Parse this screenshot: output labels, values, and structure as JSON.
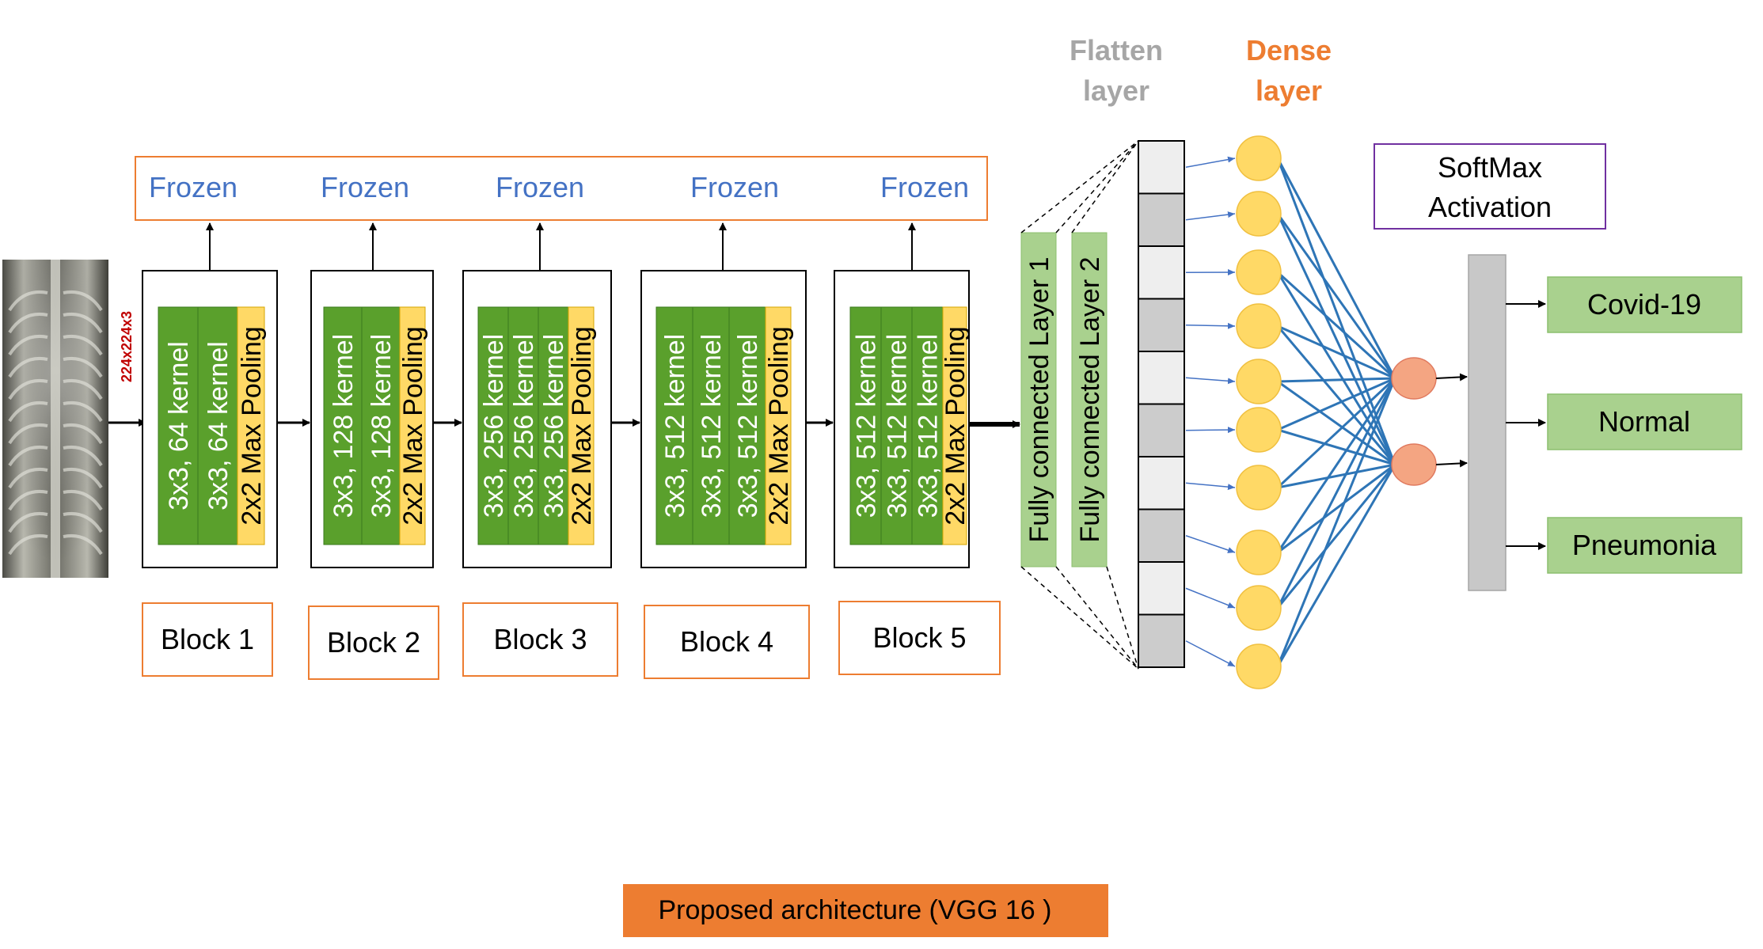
{
  "input_size": "224x224x3",
  "frozen": {
    "labels": [
      "Frozen",
      "Frozen",
      "Frozen",
      "Frozen",
      "Frozen"
    ]
  },
  "blocks": [
    {
      "name": "Block 1",
      "convs": [
        "3x3, 64 kernel",
        "3x3, 64 kernel"
      ],
      "pool": "2x2 Max Pooling"
    },
    {
      "name": "Block 2",
      "convs": [
        "3x3, 128 kernel",
        "3x3, 128 kernel"
      ],
      "pool": "2x2 Max Pooling"
    },
    {
      "name": "Block 3",
      "convs": [
        "3x3, 256 kernel",
        "3x3, 256 kernel",
        "3x3, 256 kernel"
      ],
      "pool": "2x2 Max Pooling"
    },
    {
      "name": "Block 4",
      "convs": [
        "3x3, 512 kernel",
        "3x3, 512 kernel",
        "3x3, 512 kernel"
      ],
      "pool": "2x2 Max Pooling"
    },
    {
      "name": "Block 5",
      "convs": [
        "3x3, 512 kernel",
        "3x3, 512 kernel",
        "3x3, 512 kernel"
      ],
      "pool": "2x2 Max Pooling"
    }
  ],
  "fully_connected": [
    "Fully connected Layer 1",
    "Fully connected Layer 2"
  ],
  "flatten": {
    "title_line1": "Flatten",
    "title_line2": "layer"
  },
  "dense": {
    "title_line1": "Dense",
    "title_line2": "layer"
  },
  "softmax": {
    "line1": "SoftMax",
    "line2": "Activation"
  },
  "outputs": [
    "Covid-19",
    "Normal",
    "Pneumonia"
  ],
  "caption": "Proposed architecture (VGG 16 )",
  "colors": {
    "conv_green": "#5aa02c",
    "pool_yellow": "#ffd966",
    "fc_green": "#a9d18e",
    "output_green": "#a9d18e",
    "frozen_blue": "#4472c4",
    "orange": "#ed7d31",
    "flatten_gray": "#a6a6a6",
    "dense_node": "#ffd966",
    "out_node": "#f4a582",
    "purple": "#7030a0",
    "link_blue": "#2e75b6",
    "input_red": "#c00000"
  }
}
